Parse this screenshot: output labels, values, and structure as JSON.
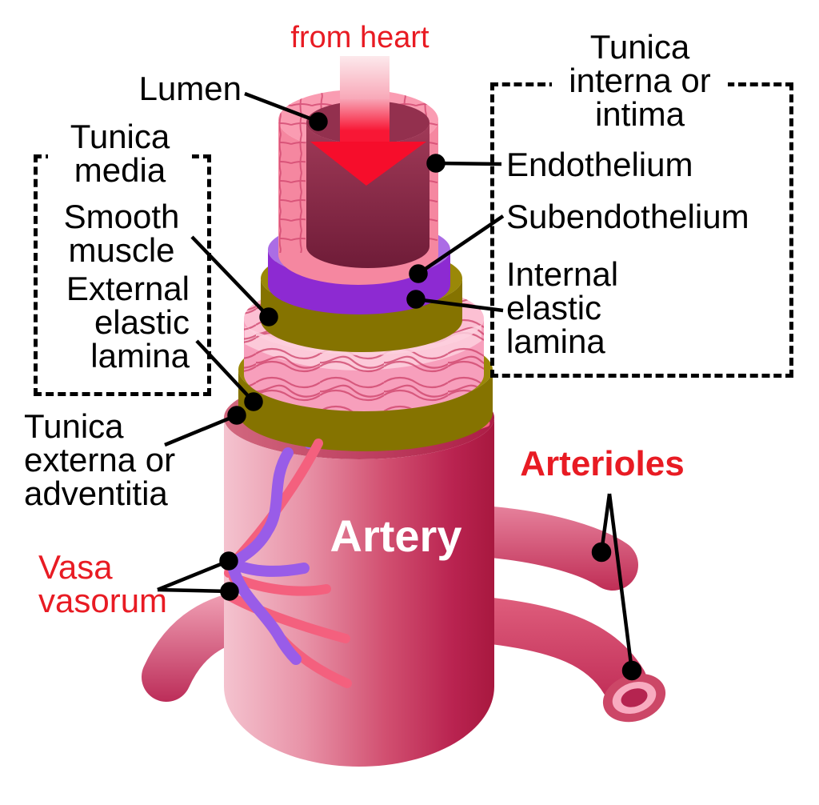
{
  "title": "Artery wall anatomy diagram",
  "labels": {
    "from_heart": "from heart",
    "lumen": "Lumen",
    "tunica_media": "Tunica\nmedia",
    "smooth_muscle": "Smooth\nmuscle",
    "external_elastic_lamina": "External\nelastic\nlamina",
    "tunica_externa": "Tunica\nexterna or\nadventitia",
    "vasa_vasorum": "Vasa\nvasorum",
    "artery": "Artery",
    "arterioles": "Arterioles",
    "tunica_interna": "Tunica\ninterna or\nintima",
    "endothelium": "Endothelium",
    "subendothelium": "Subendothelium",
    "internal_elastic_lamina": "Internal\nelastic\nlamina"
  },
  "colors": {
    "label-red": "#e81b23",
    "arrow-red": "#f60d2b",
    "subendothelium-purple": "#8d2ad2",
    "elastic-lamina-olive": "#857300",
    "smooth-muscle-pink": "#f79fbc",
    "endothelium-pink": "#f587a0",
    "lumen-maroon": "#7c2340",
    "artery-crimson": "#c22950",
    "vasa-purple": "#995ce8",
    "vasa-pink": "#f4607e"
  }
}
